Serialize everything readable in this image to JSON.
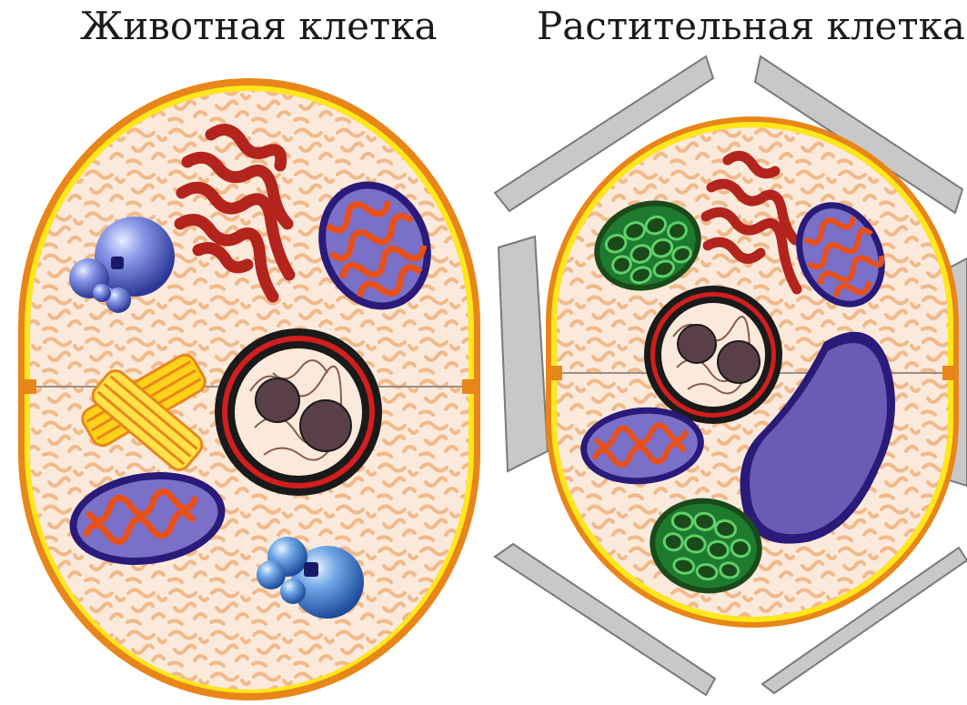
{
  "diagram": {
    "animal_cell": {
      "title": "Животная клетка",
      "organelles": [
        "nucleus",
        "mitochondrion",
        "mitochondrion",
        "golgi-apparatus",
        "lysosome",
        "lysosome",
        "centrioles"
      ]
    },
    "plant_cell": {
      "title": "Растительная клетка",
      "organelles": [
        "nucleus",
        "mitochondrion",
        "mitochondrion",
        "chloroplast",
        "chloroplast",
        "golgi-apparatus",
        "vacuole",
        "cell-wall"
      ]
    }
  },
  "colors": {
    "membrane_outer": "#e8861a",
    "membrane_inner": "#ffe81a",
    "cytoplasm": "#fbeadb",
    "cytoplasm_pattern": "#f2b98a",
    "golgi": "#b3241d",
    "mitochondrion_outer": "#2a1a7a",
    "mitochondrion_cristae": "#e8501a",
    "mitochondrion_matrix": "#7a70c8",
    "nucleus_ring": "#1a1a1a",
    "nucleus_ring_red": "#d21e1e",
    "nucleolus": "#5a3f48",
    "lysosome": "#4a5fc0",
    "centriole": "#ffd21a",
    "chloroplast": "#1e7a2e",
    "chloroplast_grana": "#5fd06a",
    "vacuole": "#6b5bb5",
    "cell_wall": "#c8c8c8"
  }
}
